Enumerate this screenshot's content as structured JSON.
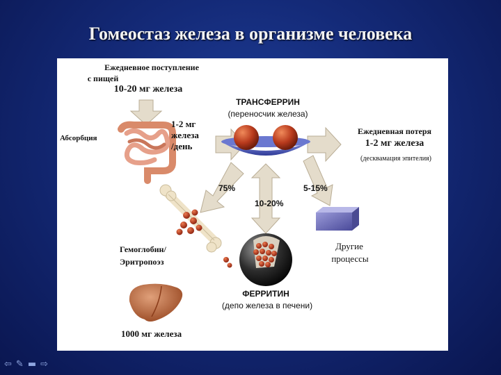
{
  "title": "Гомеостаз железа в организме человека",
  "intake": {
    "line1": "Ежедневное поступление",
    "line2": "с пищей",
    "amount": "10-20 мг железа"
  },
  "absorption": {
    "label": "Абсорбция",
    "rate_line1": "1-2 мг",
    "rate_line2": "железа",
    "rate_line3": "/день"
  },
  "transferrin": {
    "name": "ТРАНСФЕРРИН",
    "desc": "(переносчик железа)"
  },
  "loss": {
    "line1": "Ежедневная потеря",
    "line2": "1-2 мг железа",
    "note": "(десквамация эпителия)"
  },
  "percentages": {
    "erythro": "75%",
    "ferritin": "10-20%",
    "other": "5-15%"
  },
  "hemoglobin": {
    "line1": "Гемоглобин/",
    "line2": "Эритропоэз"
  },
  "other_processes": {
    "line1": "Другие",
    "line2": "процессы"
  },
  "ferritin": {
    "name": "ФЕРРИТИН",
    "desc": "(депо железа в печени)"
  },
  "liver": {
    "amount": "1000 мг железа"
  },
  "colors": {
    "arrow": "#e4dccb",
    "arrow_edge": "#b9ad95",
    "iron_ball": "#b83a1d",
    "transferrin_dish": "#5a67c4",
    "liver": "#b5653a",
    "bone": "#efe3c8",
    "other_box": "#7070b8"
  },
  "nav_icons": [
    "arrow-left-icon",
    "pen-icon",
    "menu-icon",
    "arrow-right-icon"
  ]
}
